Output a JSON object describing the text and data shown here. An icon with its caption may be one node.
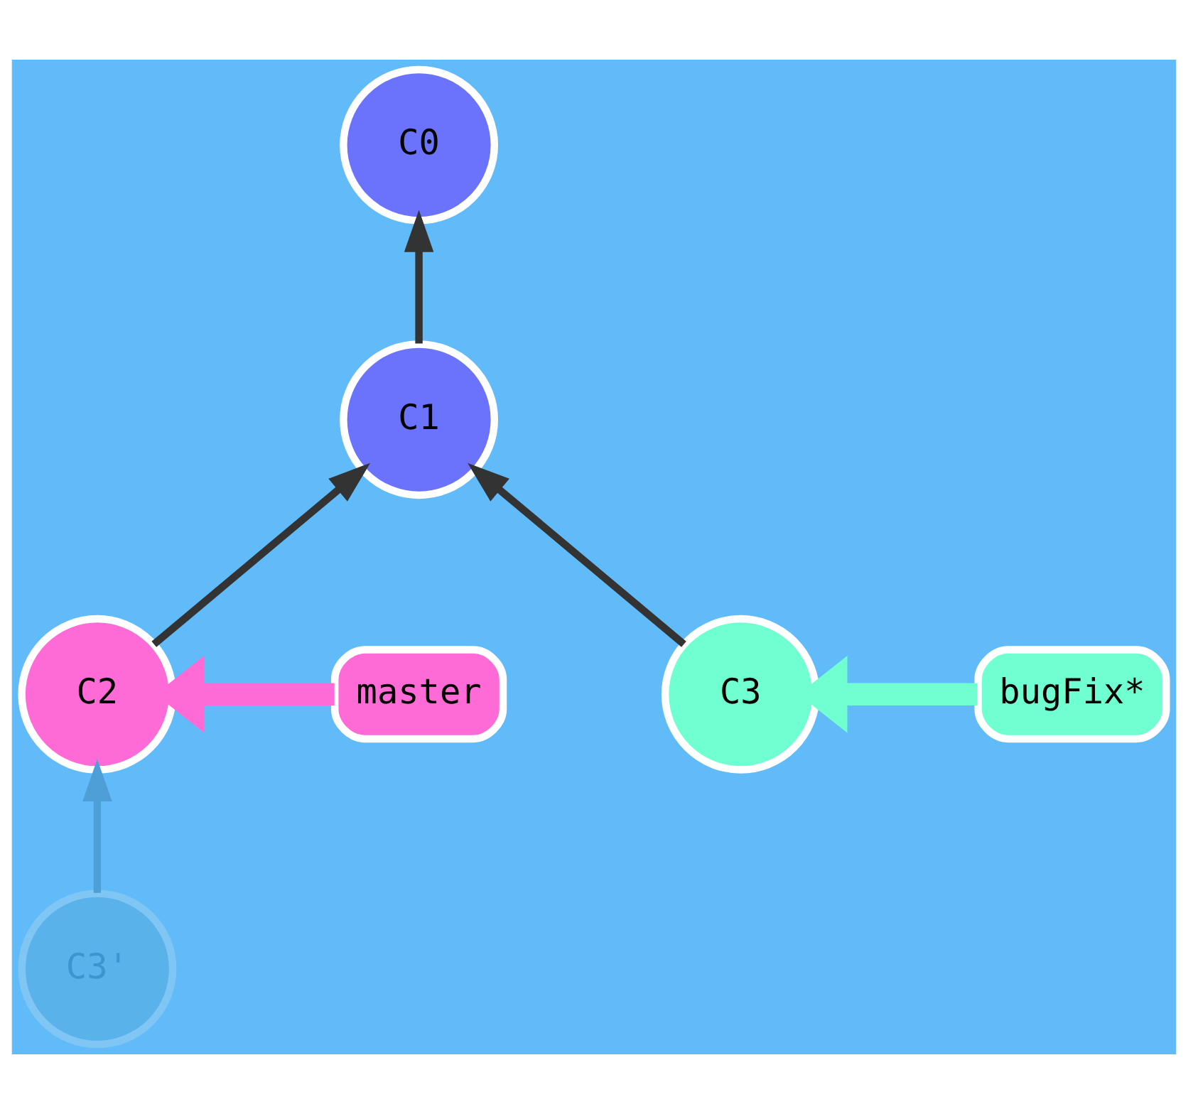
{
  "diagram": {
    "nodes": [
      {
        "text": [
          "C0"
        ]
      },
      {
        "text": [
          "C1"
        ]
      },
      {
        "text": [
          "master"
        ]
      },
      {
        "text": [
          "C2"
        ]
      },
      {
        "text": [
          "C3"
        ]
      },
      {
        "text": [
          "bugFix*"
        ]
      },
      {
        "text": [
          "C3'"
        ]
      }
    ],
    "edges": [
      {
        "from": 1,
        "to": 0,
        "arrow": "to"
      },
      {
        "from": 3,
        "to": 1,
        "arrow": "to"
      },
      {
        "from": 4,
        "to": 1,
        "arrow": "to"
      },
      {
        "from": 2,
        "to": 3,
        "arrow": "to",
        "style": "thick",
        "color": "#ff6bd6"
      },
      {
        "from": 5,
        "to": 4,
        "arrow": "to",
        "style": "thick",
        "color": "#70ffd0"
      },
      {
        "from": 6,
        "to": 3,
        "arrow": "to",
        "color": "#4e9fd8"
      }
    ]
  }
}
